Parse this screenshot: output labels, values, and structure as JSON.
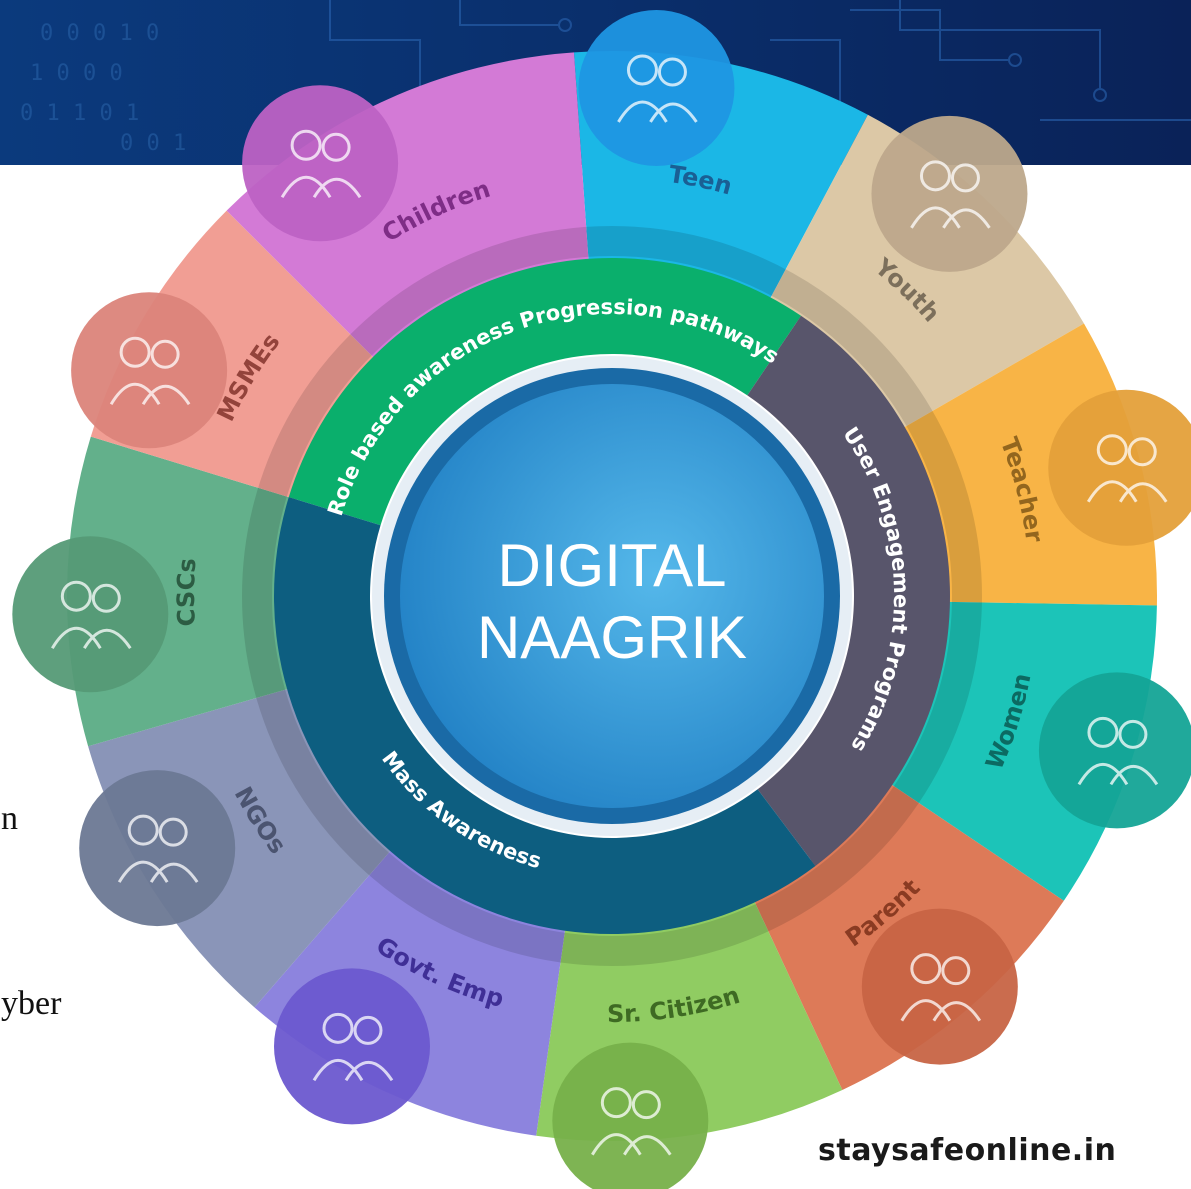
{
  "title_line1": "DIGITAL",
  "title_line2": "NAAGRIK",
  "site": "staysafeonline.in",
  "inner_ring": [
    {
      "label": "Role based awareness  Progression pathways",
      "color": "#0aaf6c"
    },
    {
      "label": "User Engagement Programs",
      "color": "#58556b"
    },
    {
      "label": "Mass Awareness",
      "color": "#0d5e80"
    }
  ],
  "segments": [
    {
      "label": "Teen",
      "color": "#1bb7e6",
      "icon_color": "#1f96e3",
      "text_color": "#1a5f94",
      "icon": "teen-icon"
    },
    {
      "label": "Youth",
      "color": "#dcc8a6",
      "icon_color": "#bda88b",
      "text_color": "#7c6f5b",
      "icon": "youth-icon"
    },
    {
      "label": "Teacher",
      "color": "#f8b446",
      "icon_color": "#e4a03a",
      "text_color": "#93661e",
      "icon": "teacher-icon"
    },
    {
      "label": "Women",
      "color": "#1cc4b8",
      "icon_color": "#14a496",
      "text_color": "#0c6a62",
      "icon": "women-icon"
    },
    {
      "label": "Parent",
      "color": "#dd7a58",
      "icon_color": "#c76445",
      "text_color": "#8a3b22",
      "icon": "parent-icon"
    },
    {
      "label": "Sr. Citizen",
      "color": "#90cc62",
      "icon_color": "#77b04a",
      "text_color": "#3e6a23",
      "icon": "sr-citizen-icon"
    },
    {
      "label": "Govt. Emp",
      "color": "#8d84de",
      "icon_color": "#6c58cf",
      "text_color": "#3f2f96",
      "icon": "govt-emp-icon"
    },
    {
      "label": "NGOs",
      "color": "#8a95b8",
      "icon_color": "#6c7894",
      "text_color": "#4b5470",
      "icon": "ngo-icon"
    },
    {
      "label": "CSCs",
      "color": "#63b08b",
      "icon_color": "#559a76",
      "text_color": "#2c5c43",
      "icon": "csc-icon"
    },
    {
      "label": "MSMEs",
      "color": "#f19e94",
      "icon_color": "#db847a",
      "text_color": "#93433b",
      "icon": "msme-icon"
    },
    {
      "label": "Children",
      "color": "#d37ad6",
      "icon_color": "#bd62c4",
      "text_color": "#7e2d86",
      "icon": "children-icon"
    }
  ],
  "side_text": [
    "n",
    "yber"
  ]
}
